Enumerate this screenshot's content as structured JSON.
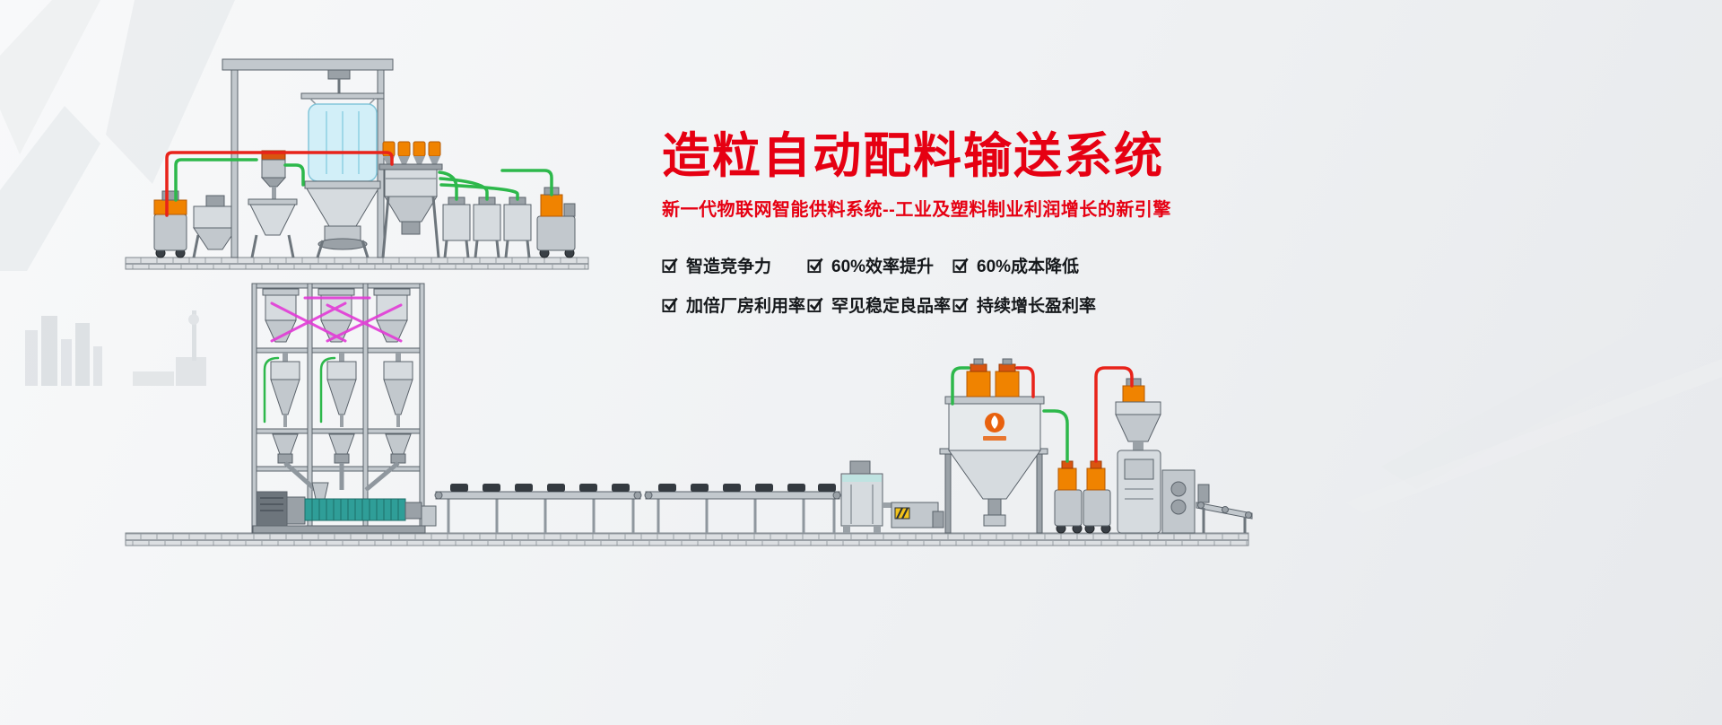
{
  "header": {
    "title": "造粒自动配料输送系统",
    "subtitle": "新一代物联网智能供料系统--工业及塑料制业利润增长的新引擎"
  },
  "features": {
    "check_icon": "ballot-box-with-check",
    "items": [
      {
        "label": "智造竞争力"
      },
      {
        "label": "60%效率提升"
      },
      {
        "label": "60%成本降低"
      },
      {
        "label": "加倍厂房利用率"
      },
      {
        "label": "罕见稳定良品率"
      },
      {
        "label": "持续增长盈利率"
      }
    ]
  },
  "colors": {
    "accent_red": "#e60012",
    "pipe_green": "#2db84b",
    "pipe_red": "#e8231a",
    "pipe_magenta": "#e23ad6",
    "machine_orange": "#f08300"
  },
  "diagram": {
    "description": "automated pelletizing batching and conveying production line illustration",
    "sections": [
      "upper-feeding-platform",
      "gantry-bigbag-unloader",
      "dosing-weighing-station",
      "storage-bins",
      "batching-tower",
      "extruder",
      "conveyor-belts",
      "cooling-stir-tank",
      "weighing-hopper-station",
      "vacuum-loader-carts",
      "packaging-machine",
      "output-conveyor"
    ]
  }
}
